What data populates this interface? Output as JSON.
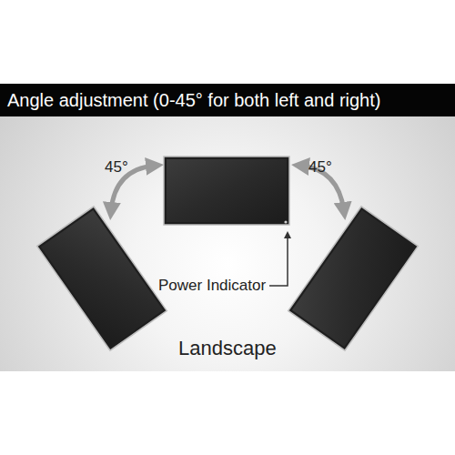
{
  "diagram": {
    "title": "Angle adjustment  (0-45° for both left and right)",
    "labels": [
      "45°",
      "45°",
      "Power Indicator",
      "Landscape"
    ]
  }
}
